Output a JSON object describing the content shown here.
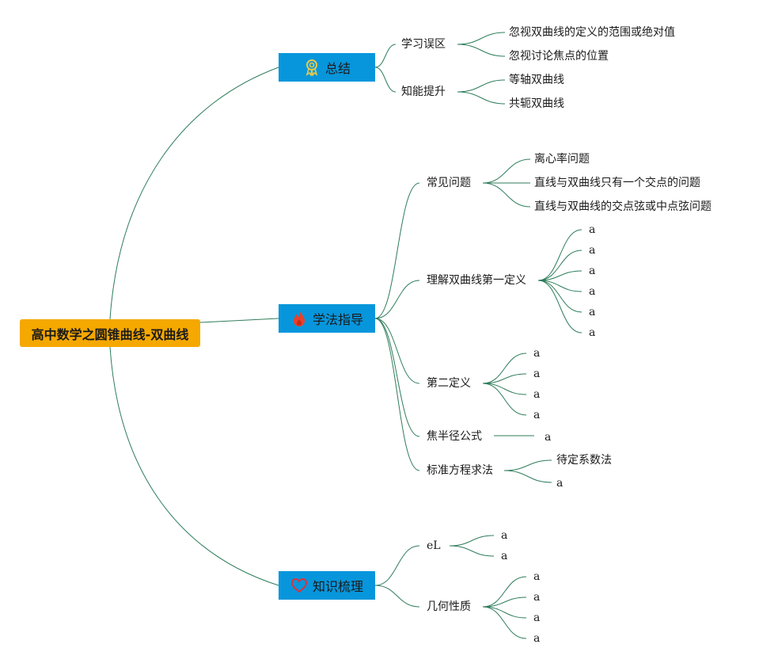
{
  "root": {
    "label": "高中数学之圆锥曲线-双曲线"
  },
  "branches": {
    "summary": {
      "label": "总结",
      "icon": "award-ribbon-icon",
      "mistakes": {
        "label": "学习误区",
        "items": [
          "忽视双曲线的定义的范围或绝对值",
          "忽视讨论焦点的位置"
        ]
      },
      "improve": {
        "label": "知能提升",
        "items": [
          "等轴双曲线",
          "共轭双曲线"
        ]
      }
    },
    "method": {
      "label": "学法指导",
      "icon": "flame-icon",
      "common": {
        "label": "常见问题",
        "items": [
          "离心率问题",
          "直线与双曲线只有一个交点的问题",
          "直线与双曲线的交点弦或中点弦问题"
        ]
      },
      "first_def": {
        "label": "理解双曲线第一定义",
        "items": [
          "a",
          "a",
          "a",
          "a",
          "a",
          "a"
        ]
      },
      "second_def": {
        "label": "第二定义",
        "items": [
          "a",
          "a",
          "a",
          "a"
        ]
      },
      "focal_radius": {
        "label": "焦半径公式",
        "items": [
          "a"
        ]
      },
      "std_eq": {
        "label": "标准方程求法",
        "items": [
          "待定系数法",
          "a"
        ]
      }
    },
    "knowledge": {
      "label": "知识梳理",
      "icon": "heart-icon",
      "el": {
        "label": "eL",
        "items": [
          "a",
          "a"
        ]
      },
      "geometry": {
        "label": "几何性质",
        "items": [
          "a",
          "a",
          "a",
          "a"
        ]
      }
    }
  },
  "colors": {
    "root": "#f5a800",
    "topic": "#0796dc",
    "line": "#2e7d5b"
  }
}
